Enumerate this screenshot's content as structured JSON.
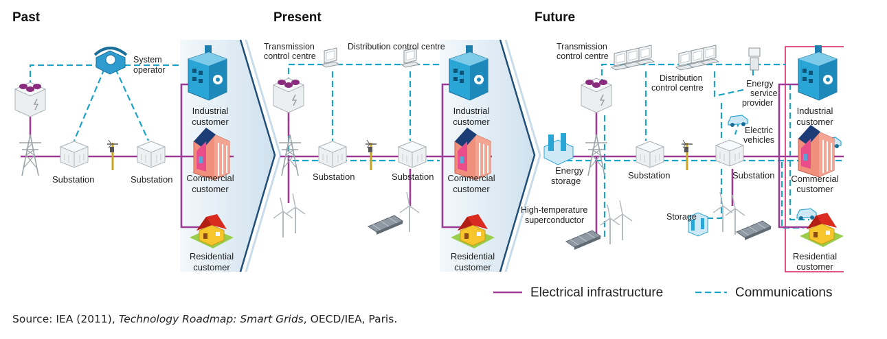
{
  "phases": {
    "past": "Past",
    "present": "Present",
    "future": "Future"
  },
  "labels": {
    "system_operator": [
      "System",
      "operator"
    ],
    "substation": "Substation",
    "industrial_customer": [
      "Industrial",
      "customer"
    ],
    "commercial_customer": [
      "Commercial",
      "customer"
    ],
    "residential_customer": [
      "Residential",
      "customer"
    ],
    "transmission_control_centre": [
      "Transmission",
      "control centre"
    ],
    "distribution_control_centre_present": "Distribution control centre",
    "distribution_control_centre_future": [
      "Distribution",
      "control centre"
    ],
    "energy_service_provider": [
      "Energy",
      "service",
      "provider"
    ],
    "electric_vehicles": [
      "Electric",
      "vehicles"
    ],
    "energy_storage": [
      "Energy",
      "storage"
    ],
    "high_temp_superconductor": [
      "High-temperature",
      "superconductor"
    ],
    "storage": "Storage"
  },
  "legend": {
    "electrical": "Electrical infrastructure",
    "communications": "Communications"
  },
  "source": {
    "prefix": "Source: IEA (2011), ",
    "title": "Technology Roadmap: Smart Grids",
    "suffix": ", OECD/IEA, Paris."
  },
  "colors": {
    "electrical": "#9b3b93",
    "communications": "#1aa3c6",
    "customer_panel": "#dbe9f3",
    "panel_edge": "#1f4e79",
    "industrial": "#2aa6d6",
    "commercial": "#ef8f7c",
    "residential_roof": "#d92b1f",
    "residential_wall": "#f7c52c",
    "telephone": "#2e9ccf",
    "future_box": "#d81b60"
  },
  "icons": [
    "generator-icon",
    "pylon-icon",
    "substation-icon",
    "pole-transformer-icon",
    "telephone-icon",
    "computer-icon",
    "factory-icon",
    "office-building-icon",
    "house-icon",
    "wind-turbine-icon",
    "solar-panel-icon",
    "electric-vehicle-icon",
    "storage-icon"
  ]
}
